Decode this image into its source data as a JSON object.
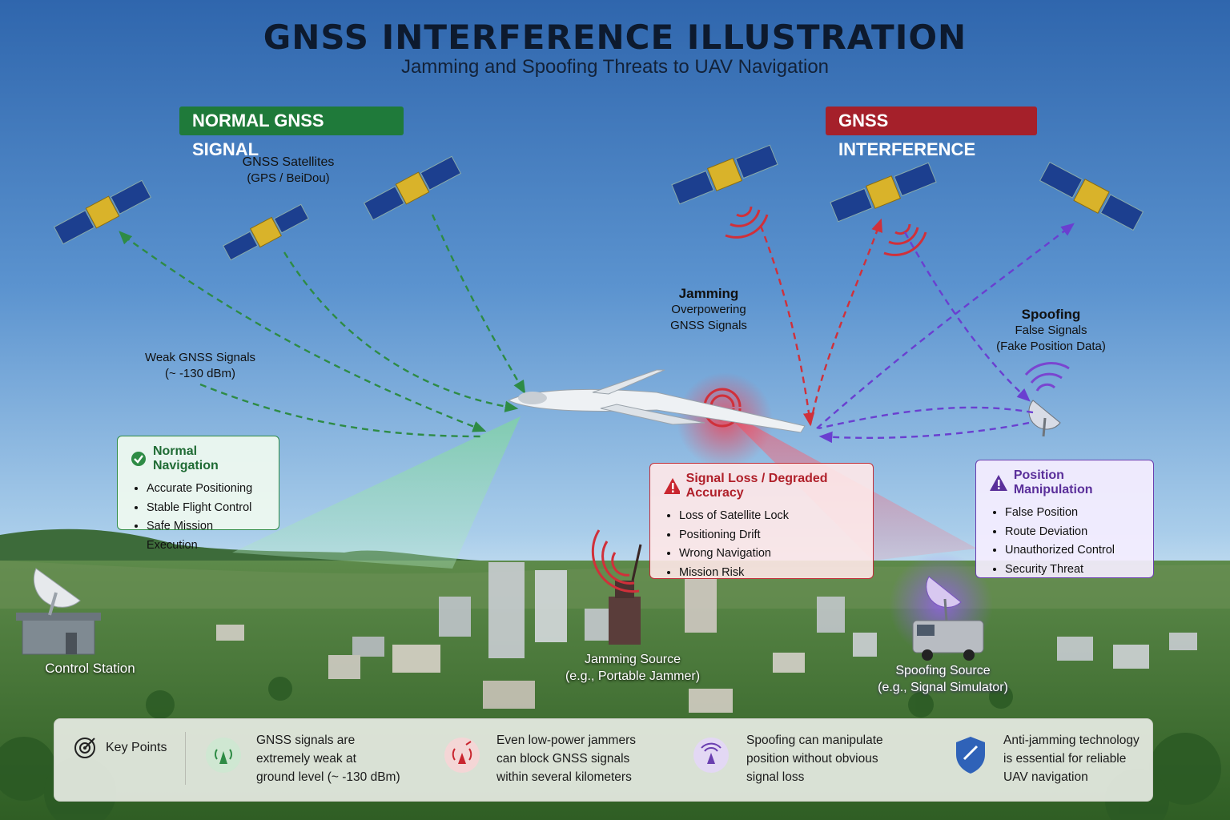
{
  "header": {
    "title": "GNSS INTERFERENCE ILLUSTRATION",
    "subtitle": "Jamming and Spoofing Threats to UAV Navigation"
  },
  "banners": {
    "normal": "NORMAL GNSS SIGNAL",
    "interference": "GNSS INTERFERENCE"
  },
  "labels": {
    "satellites_title": "GNSS Satellites",
    "satellites_sub": "(GPS / BeiDou)",
    "weak_title": "Weak GNSS Signals",
    "weak_sub": "(~ -130 dBm)",
    "jamming_title": "Jamming",
    "jamming_sub1": "Overpowering",
    "jamming_sub2": "GNSS Signals",
    "spoofing_title": "Spoofing",
    "spoofing_sub1": "False Signals",
    "spoofing_sub2": "(Fake Position Data)",
    "control_station": "Control Station",
    "jamming_source": "Jamming Source",
    "jamming_source_sub": "(e.g., Portable Jammer)",
    "spoofing_source": "Spoofing Source",
    "spoofing_source_sub": "(e.g., Signal Simulator)"
  },
  "boxes": {
    "normal": {
      "title": "Normal Navigation",
      "items": [
        "Accurate Positioning",
        "Stable Flight Control",
        "Safe Mission Execution"
      ]
    },
    "loss": {
      "title": "Signal Loss / Degraded Accuracy",
      "items": [
        "Loss of Satellite Lock",
        "Positioning Drift",
        "Wrong Navigation",
        "Mission Risk"
      ]
    },
    "manip": {
      "title": "Position Manipulation",
      "items": [
        "False Position",
        "Route Deviation",
        "Unauthorized Control",
        "Security Threat"
      ]
    }
  },
  "key_points": {
    "title": "Key Points",
    "points": [
      {
        "text": [
          "GNSS signals are",
          "extremely weak at",
          "ground level (~ -130 dBm)"
        ],
        "icon": "antenna-icon"
      },
      {
        "text": [
          "Even low-power jammers",
          "can block GNSS signals",
          "within several kilometers"
        ],
        "icon": "jammer-icon"
      },
      {
        "text": [
          "Spoofing can manipulate",
          "position without obvious",
          "signal loss"
        ],
        "icon": "spoof-icon"
      },
      {
        "text": [
          "Anti-jamming technology",
          "is essential for reliable",
          "UAV navigation"
        ],
        "icon": "shield-icon"
      }
    ]
  },
  "colors": {
    "normal": "#1f7a3a",
    "jamming": "#c9262f",
    "spoofing": "#6a3fb0"
  }
}
